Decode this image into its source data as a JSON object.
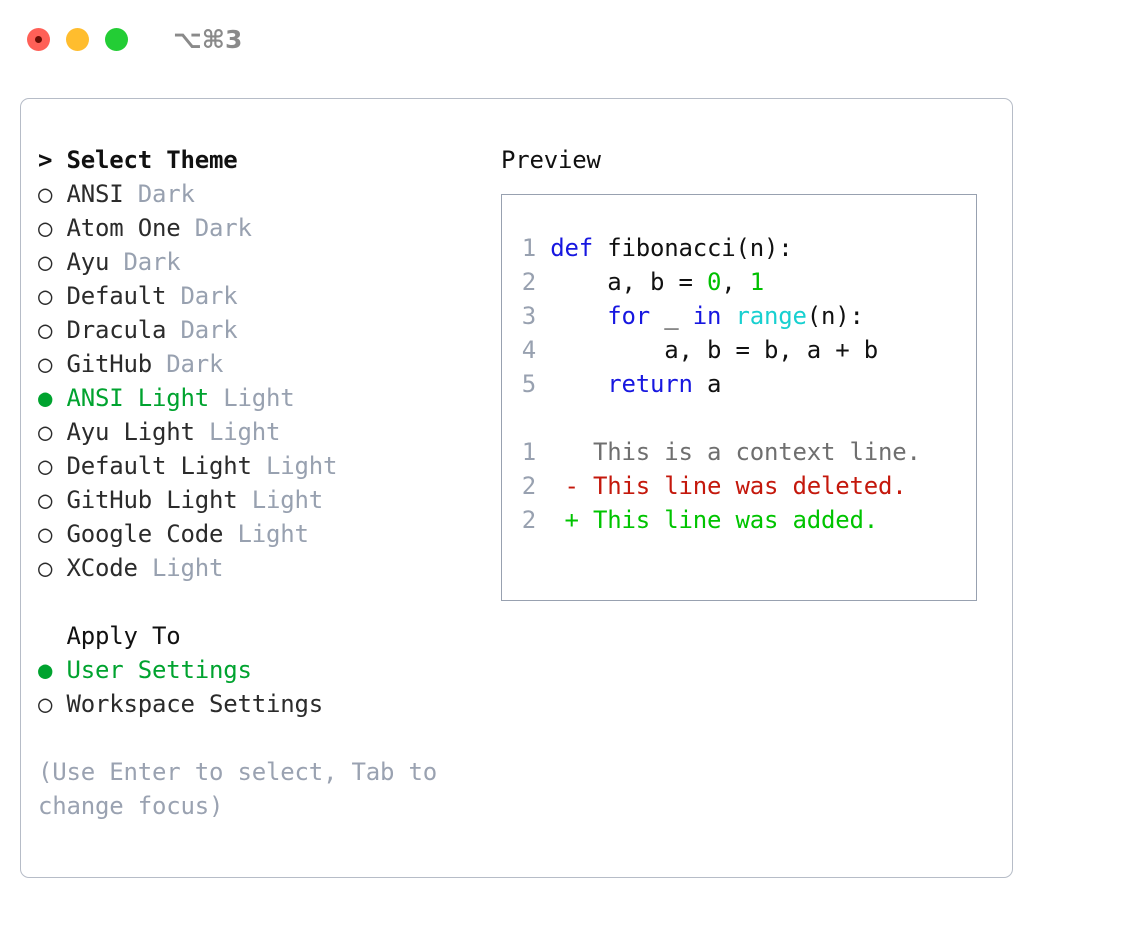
{
  "window": {
    "shortcut": "⌥⌘3",
    "traffic_lights": [
      {
        "name": "close",
        "color": "#ff6057"
      },
      {
        "name": "minimize",
        "color": "#ffbd2e"
      },
      {
        "name": "maximize",
        "color": "#23cd35"
      }
    ]
  },
  "theme_picker": {
    "header": "> Select Theme",
    "selected_theme": "ANSI Light",
    "items": [
      {
        "bullet": "○",
        "label": "ANSI",
        "suffix": "Dark",
        "selected": false
      },
      {
        "bullet": "○",
        "label": "Atom One",
        "suffix": "Dark",
        "selected": false
      },
      {
        "bullet": "○",
        "label": "Ayu",
        "suffix": "Dark",
        "selected": false
      },
      {
        "bullet": "○",
        "label": "Default",
        "suffix": "Dark",
        "selected": false
      },
      {
        "bullet": "○",
        "label": "Dracula",
        "suffix": "Dark",
        "selected": false
      },
      {
        "bullet": "○",
        "label": "GitHub",
        "suffix": "Dark",
        "selected": false
      },
      {
        "bullet": "●",
        "label": "ANSI Light",
        "suffix": "Light",
        "selected": true
      },
      {
        "bullet": "○",
        "label": "Ayu Light",
        "suffix": "Light",
        "selected": false
      },
      {
        "bullet": "○",
        "label": "Default Light",
        "suffix": "Light",
        "selected": false
      },
      {
        "bullet": "○",
        "label": "GitHub Light",
        "suffix": "Light",
        "selected": false
      },
      {
        "bullet": "○",
        "label": "Google Code",
        "suffix": "Light",
        "selected": false
      },
      {
        "bullet": "○",
        "label": "XCode",
        "suffix": "Light",
        "selected": false
      }
    ]
  },
  "apply_to": {
    "label": "Apply To",
    "selected": "User Settings",
    "items": [
      {
        "bullet": "●",
        "label": "User Settings",
        "selected": true
      },
      {
        "bullet": "○",
        "label": "Workspace Settings",
        "selected": false
      }
    ]
  },
  "hint": "(Use Enter to select, Tab to change focus)",
  "preview": {
    "title": "Preview",
    "code_lines": [
      {
        "num": "1",
        "tokens": [
          {
            "t": "def",
            "c": "kw"
          },
          {
            "t": " fibonacci(n):",
            "c": "plain"
          }
        ]
      },
      {
        "num": "2",
        "tokens": [
          {
            "t": "    a, b = ",
            "c": "plain"
          },
          {
            "t": "0",
            "c": "num"
          },
          {
            "t": ", ",
            "c": "plain"
          },
          {
            "t": "1",
            "c": "num"
          }
        ]
      },
      {
        "num": "3",
        "tokens": [
          {
            "t": "    ",
            "c": "plain"
          },
          {
            "t": "for",
            "c": "kw"
          },
          {
            "t": " _ ",
            "c": "plain"
          },
          {
            "t": "in",
            "c": "kw"
          },
          {
            "t": " ",
            "c": "plain"
          },
          {
            "t": "range",
            "c": "fn"
          },
          {
            "t": "(n):",
            "c": "plain"
          }
        ]
      },
      {
        "num": "4",
        "tokens": [
          {
            "t": "        a, b = b, a + b",
            "c": "plain"
          }
        ]
      },
      {
        "num": "5",
        "tokens": [
          {
            "t": "    ",
            "c": "plain"
          },
          {
            "t": "return",
            "c": "kw"
          },
          {
            "t": " a",
            "c": "plain"
          }
        ]
      }
    ],
    "diff_lines": [
      {
        "num": "1",
        "mark": " ",
        "text": "This is a context line.",
        "kind": "context"
      },
      {
        "num": "2",
        "mark": "-",
        "text": "This line was deleted.",
        "kind": "del"
      },
      {
        "num": "2",
        "mark": "+",
        "text": "This line was added.",
        "kind": "add"
      }
    ]
  },
  "colors": {
    "accent_green": "#00a32f",
    "muted": "#98a1b0",
    "keyword_blue": "#1717e0",
    "number_green": "#00c000",
    "function_cyan": "#18d0d0",
    "diff_add": "#00c400",
    "diff_del": "#c4180c",
    "border": "#b6bcc7"
  }
}
